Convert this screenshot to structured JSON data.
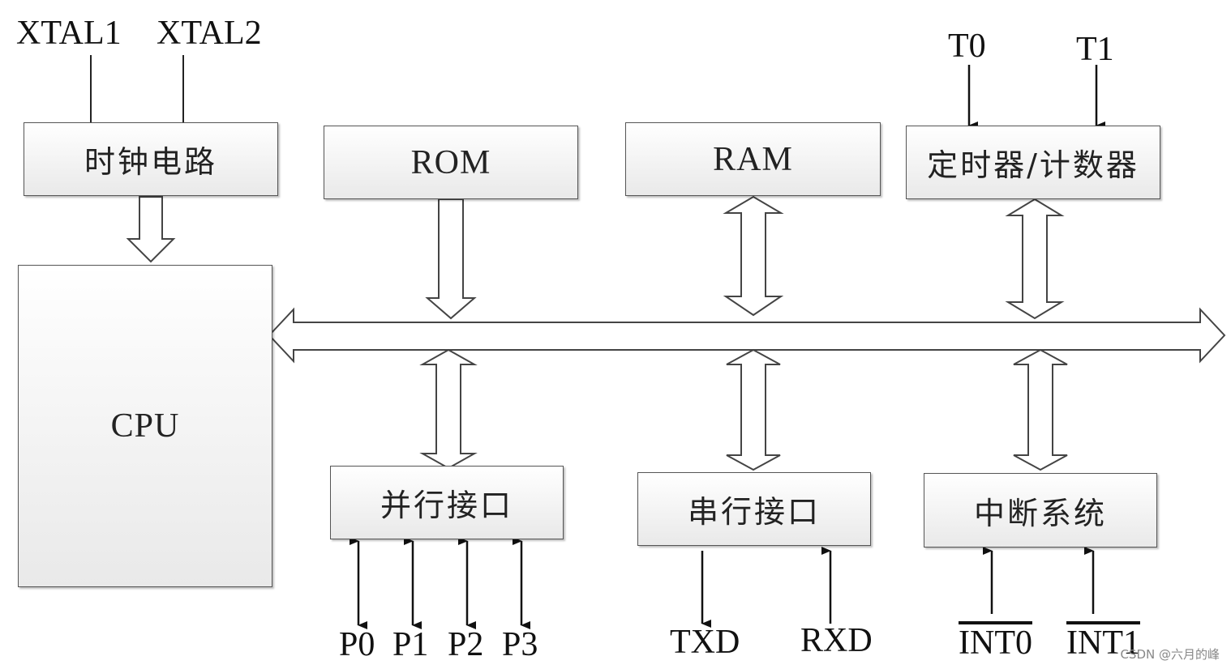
{
  "blocks": {
    "clock": "时钟电路",
    "rom": "ROM",
    "ram": "RAM",
    "timer": "定时器/计数器",
    "cpu": "CPU",
    "parallel_port": "并行接口",
    "serial_port": "串行接口",
    "interrupt": "中断系统"
  },
  "pins": {
    "xtal1": "XTAL1",
    "xtal2": "XTAL2",
    "t0": "T0",
    "t1": "T1",
    "p0": "P0",
    "p1": "P1",
    "p2": "P2",
    "p3": "P3",
    "txd": "TXD",
    "rxd": "RXD",
    "int0": "INT0",
    "int1": "INT1"
  },
  "watermark": "CSDN @六月的峰"
}
